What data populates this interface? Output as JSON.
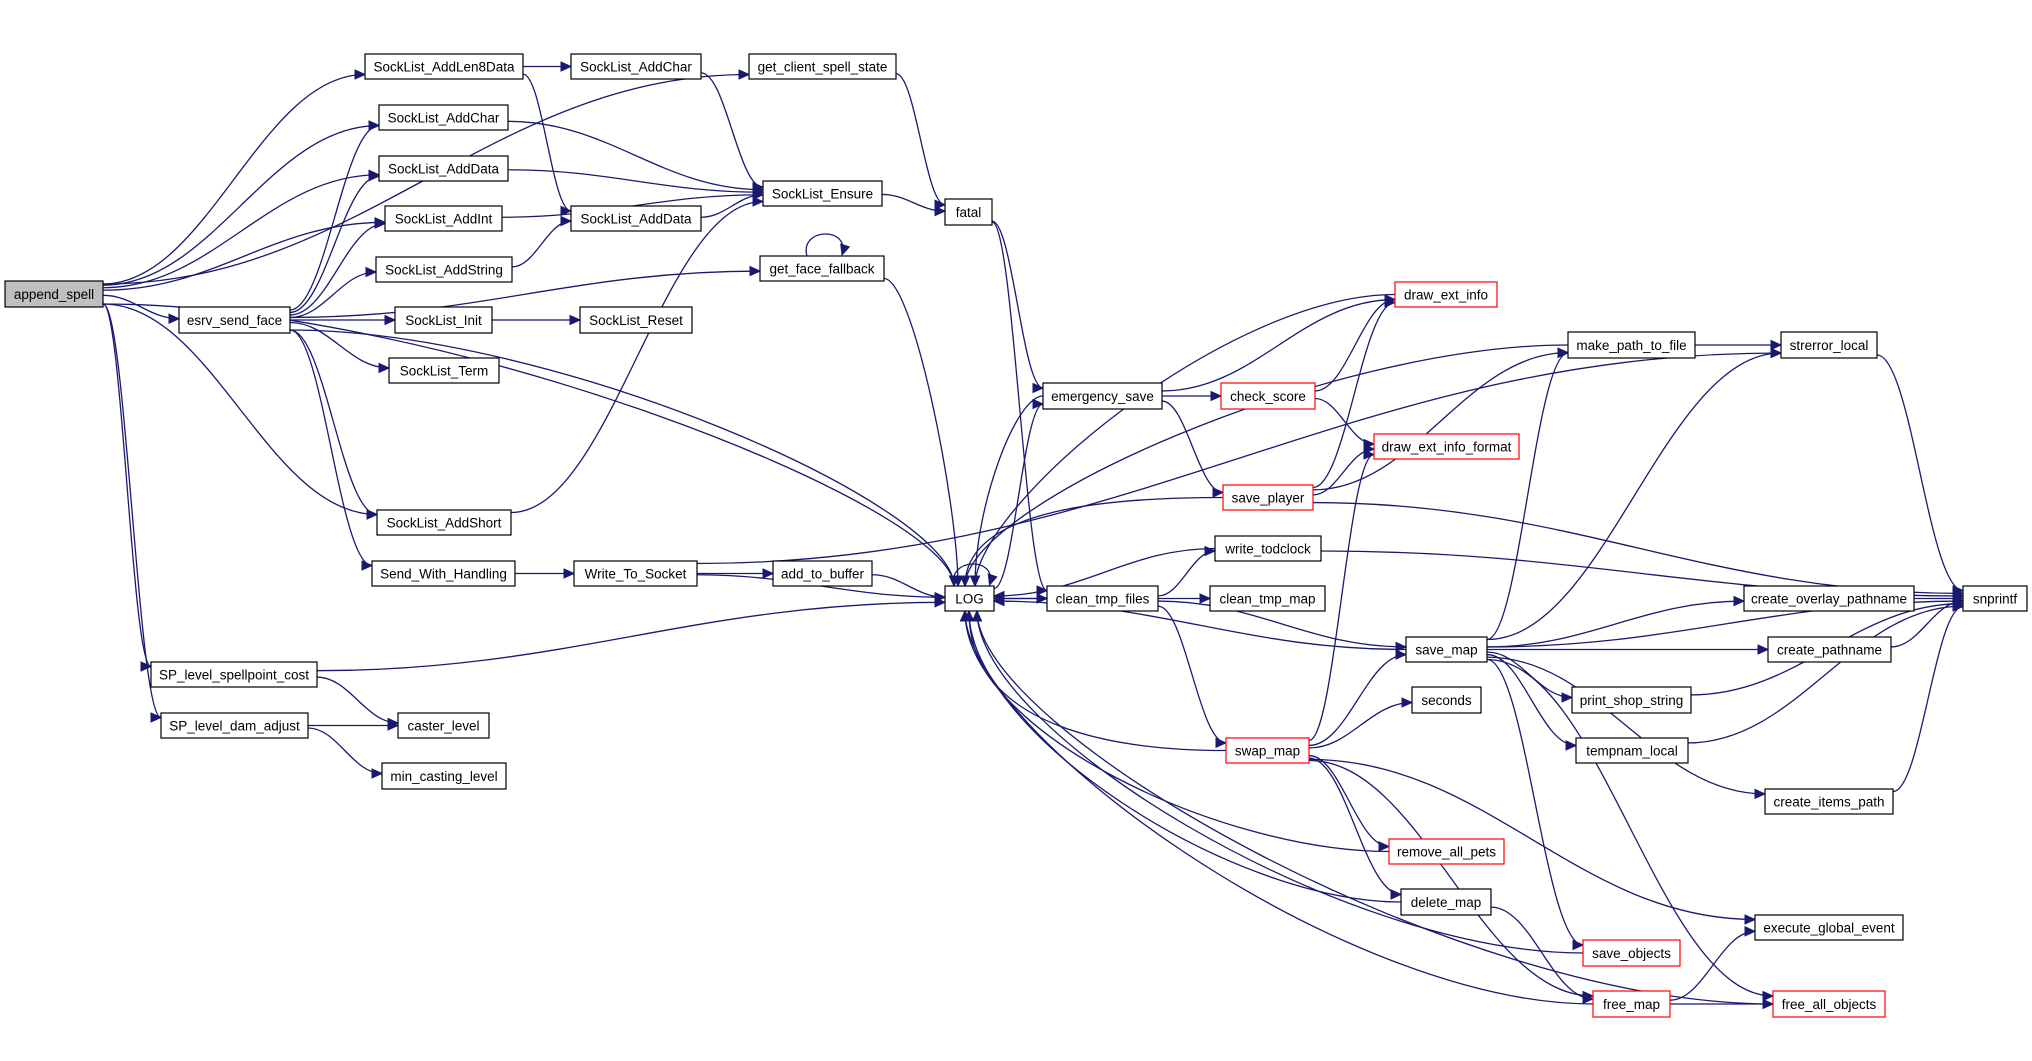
{
  "title": "Call graph of append_spell",
  "colors": {
    "edge": "#191970",
    "node_border": "#000000",
    "truncated_border": "#ff0000",
    "root_fill": "#bfbfbf"
  },
  "nodes": [
    {
      "id": "append_spell",
      "label": "append_spell",
      "style": "root"
    },
    {
      "id": "esrv_send_face",
      "label": "esrv_send_face",
      "style": "normal"
    },
    {
      "id": "SockList_AddLen8Data",
      "label": "SockList_AddLen8Data",
      "style": "normal"
    },
    {
      "id": "SockList_AddChar_a",
      "label": "SockList_AddChar",
      "style": "normal"
    },
    {
      "id": "SockList_AddData_a",
      "label": "SockList_AddData",
      "style": "normal"
    },
    {
      "id": "SockList_AddInt",
      "label": "SockList_AddInt",
      "style": "normal"
    },
    {
      "id": "SockList_AddString",
      "label": "SockList_AddString",
      "style": "normal"
    },
    {
      "id": "SockList_Init",
      "label": "SockList_Init",
      "style": "normal"
    },
    {
      "id": "SockList_Term",
      "label": "SockList_Term",
      "style": "normal"
    },
    {
      "id": "SockList_AddShort",
      "label": "SockList_AddShort",
      "style": "normal"
    },
    {
      "id": "Send_With_Handling",
      "label": "Send_With_Handling",
      "style": "normal"
    },
    {
      "id": "SP_level_spellpoint_cost",
      "label": "SP_level_spellpoint_cost",
      "style": "normal"
    },
    {
      "id": "SP_level_dam_adjust",
      "label": "SP_level_dam_adjust",
      "style": "normal"
    },
    {
      "id": "caster_level",
      "label": "caster_level",
      "style": "normal"
    },
    {
      "id": "min_casting_level",
      "label": "min_casting_level",
      "style": "normal"
    },
    {
      "id": "SockList_AddChar_b",
      "label": "SockList_AddChar",
      "style": "normal"
    },
    {
      "id": "SockList_AddData_b",
      "label": "SockList_AddData",
      "style": "normal"
    },
    {
      "id": "SockList_Reset",
      "label": "SockList_Reset",
      "style": "normal"
    },
    {
      "id": "Write_To_Socket",
      "label": "Write_To_Socket",
      "style": "normal"
    },
    {
      "id": "get_client_spell_state",
      "label": "get_client_spell_state",
      "style": "normal"
    },
    {
      "id": "SockList_Ensure",
      "label": "SockList_Ensure",
      "style": "normal"
    },
    {
      "id": "get_face_fallback",
      "label": "get_face_fallback",
      "style": "normal"
    },
    {
      "id": "add_to_buffer",
      "label": "add_to_buffer",
      "style": "normal"
    },
    {
      "id": "fatal",
      "label": "fatal",
      "style": "normal"
    },
    {
      "id": "LOG",
      "label": "LOG",
      "style": "normal"
    },
    {
      "id": "emergency_save",
      "label": "emergency_save",
      "style": "normal"
    },
    {
      "id": "clean_tmp_files",
      "label": "clean_tmp_files",
      "style": "normal"
    },
    {
      "id": "check_score",
      "label": "check_score",
      "style": "truncated"
    },
    {
      "id": "draw_ext_info",
      "label": "draw_ext_info",
      "style": "truncated"
    },
    {
      "id": "draw_ext_info_format",
      "label": "draw_ext_info_format",
      "style": "truncated"
    },
    {
      "id": "save_player",
      "label": "save_player",
      "style": "truncated"
    },
    {
      "id": "write_todclock",
      "label": "write_todclock",
      "style": "normal"
    },
    {
      "id": "clean_tmp_map",
      "label": "clean_tmp_map",
      "style": "normal"
    },
    {
      "id": "swap_map",
      "label": "swap_map",
      "style": "truncated"
    },
    {
      "id": "remove_all_pets",
      "label": "remove_all_pets",
      "style": "truncated"
    },
    {
      "id": "delete_map",
      "label": "delete_map",
      "style": "normal"
    },
    {
      "id": "make_path_to_file",
      "label": "make_path_to_file",
      "style": "normal"
    },
    {
      "id": "save_map",
      "label": "save_map",
      "style": "normal"
    },
    {
      "id": "seconds",
      "label": "seconds",
      "style": "normal"
    },
    {
      "id": "save_objects",
      "label": "save_objects",
      "style": "truncated"
    },
    {
      "id": "free_map",
      "label": "free_map",
      "style": "truncated"
    },
    {
      "id": "print_shop_string",
      "label": "print_shop_string",
      "style": "normal"
    },
    {
      "id": "tempnam_local",
      "label": "tempnam_local",
      "style": "normal"
    },
    {
      "id": "strerror_local",
      "label": "strerror_local",
      "style": "normal"
    },
    {
      "id": "create_overlay_pathname",
      "label": "create_overlay_pathname",
      "style": "normal"
    },
    {
      "id": "create_pathname",
      "label": "create_pathname",
      "style": "normal"
    },
    {
      "id": "create_items_path",
      "label": "create_items_path",
      "style": "normal"
    },
    {
      "id": "execute_global_event",
      "label": "execute_global_event",
      "style": "normal"
    },
    {
      "id": "free_all_objects",
      "label": "free_all_objects",
      "style": "truncated"
    },
    {
      "id": "snprintf",
      "label": "snprintf",
      "style": "normal"
    }
  ],
  "edges": [
    [
      "append_spell",
      "SockList_AddLen8Data"
    ],
    [
      "append_spell",
      "get_client_spell_state"
    ],
    [
      "append_spell",
      "SockList_AddChar_a"
    ],
    [
      "append_spell",
      "SockList_AddData_a"
    ],
    [
      "append_spell",
      "SockList_AddInt"
    ],
    [
      "append_spell",
      "esrv_send_face"
    ],
    [
      "append_spell",
      "SockList_AddShort"
    ],
    [
      "append_spell",
      "LOG"
    ],
    [
      "append_spell",
      "SP_level_spellpoint_cost"
    ],
    [
      "append_spell",
      "SP_level_dam_adjust"
    ],
    [
      "esrv_send_face",
      "SockList_AddChar_a"
    ],
    [
      "esrv_send_face",
      "SockList_AddData_a"
    ],
    [
      "esrv_send_face",
      "SockList_AddInt"
    ],
    [
      "esrv_send_face",
      "SockList_AddString"
    ],
    [
      "esrv_send_face",
      "SockList_Init"
    ],
    [
      "esrv_send_face",
      "SockList_Term"
    ],
    [
      "esrv_send_face",
      "SockList_AddShort"
    ],
    [
      "esrv_send_face",
      "Send_With_Handling"
    ],
    [
      "esrv_send_face",
      "get_face_fallback"
    ],
    [
      "esrv_send_face",
      "LOG"
    ],
    [
      "SockList_AddLen8Data",
      "SockList_AddChar_b"
    ],
    [
      "SockList_AddLen8Data",
      "SockList_AddData_b"
    ],
    [
      "SockList_AddChar_a",
      "SockList_Ensure"
    ],
    [
      "SockList_AddData_a",
      "SockList_Ensure"
    ],
    [
      "SockList_AddInt",
      "SockList_Ensure"
    ],
    [
      "SockList_AddString",
      "SockList_AddData_b"
    ],
    [
      "SockList_Init",
      "SockList_Reset"
    ],
    [
      "SockList_AddShort",
      "SockList_Ensure"
    ],
    [
      "Send_With_Handling",
      "Write_To_Socket"
    ],
    [
      "SP_level_spellpoint_cost",
      "caster_level"
    ],
    [
      "SP_level_spellpoint_cost",
      "LOG"
    ],
    [
      "SP_level_dam_adjust",
      "caster_level"
    ],
    [
      "SP_level_dam_adjust",
      "min_casting_level"
    ],
    [
      "SockList_AddChar_b",
      "SockList_Ensure"
    ],
    [
      "SockList_AddData_b",
      "SockList_Ensure"
    ],
    [
      "Write_To_Socket",
      "add_to_buffer"
    ],
    [
      "Write_To_Socket",
      "LOG"
    ],
    [
      "Write_To_Socket",
      "strerror_local"
    ],
    [
      "get_client_spell_state",
      "fatal"
    ],
    [
      "SockList_Ensure",
      "fatal"
    ],
    [
      "get_face_fallback",
      "get_face_fallback"
    ],
    [
      "get_face_fallback",
      "LOG"
    ],
    [
      "add_to_buffer",
      "LOG"
    ],
    [
      "fatal",
      "emergency_save"
    ],
    [
      "fatal",
      "clean_tmp_files"
    ],
    [
      "LOG",
      "LOG"
    ],
    [
      "LOG",
      "emergency_save"
    ],
    [
      "LOG",
      "clean_tmp_files"
    ],
    [
      "emergency_save",
      "check_score"
    ],
    [
      "emergency_save",
      "draw_ext_info"
    ],
    [
      "emergency_save",
      "save_player"
    ],
    [
      "emergency_save",
      "LOG"
    ],
    [
      "check_score",
      "draw_ext_info"
    ],
    [
      "check_score",
      "draw_ext_info_format"
    ],
    [
      "save_player",
      "draw_ext_info"
    ],
    [
      "save_player",
      "draw_ext_info_format"
    ],
    [
      "save_player",
      "make_path_to_file"
    ],
    [
      "save_player",
      "LOG"
    ],
    [
      "save_player",
      "snprintf"
    ],
    [
      "draw_ext_info",
      "LOG"
    ],
    [
      "make_path_to_file",
      "strerror_local"
    ],
    [
      "make_path_to_file",
      "LOG"
    ],
    [
      "clean_tmp_files",
      "LOG"
    ],
    [
      "clean_tmp_files",
      "write_todclock"
    ],
    [
      "clean_tmp_files",
      "clean_tmp_map"
    ],
    [
      "clean_tmp_files",
      "save_map"
    ],
    [
      "clean_tmp_files",
      "swap_map"
    ],
    [
      "write_todclock",
      "LOG"
    ],
    [
      "write_todclock",
      "snprintf"
    ],
    [
      "swap_map",
      "LOG"
    ],
    [
      "swap_map",
      "draw_ext_info_format"
    ],
    [
      "swap_map",
      "save_map"
    ],
    [
      "swap_map",
      "seconds"
    ],
    [
      "swap_map",
      "remove_all_pets"
    ],
    [
      "swap_map",
      "delete_map"
    ],
    [
      "swap_map",
      "free_map"
    ],
    [
      "swap_map",
      "execute_global_event"
    ],
    [
      "save_map",
      "LOG"
    ],
    [
      "save_map",
      "make_path_to_file"
    ],
    [
      "save_map",
      "strerror_local"
    ],
    [
      "save_map",
      "snprintf"
    ],
    [
      "save_map",
      "create_overlay_pathname"
    ],
    [
      "save_map",
      "create_pathname"
    ],
    [
      "save_map",
      "print_shop_string"
    ],
    [
      "save_map",
      "tempnam_local"
    ],
    [
      "save_map",
      "create_items_path"
    ],
    [
      "save_map",
      "save_objects"
    ],
    [
      "save_map",
      "free_all_objects"
    ],
    [
      "remove_all_pets",
      "LOG"
    ],
    [
      "delete_map",
      "LOG"
    ],
    [
      "delete_map",
      "free_map"
    ],
    [
      "save_objects",
      "LOG"
    ],
    [
      "free_map",
      "LOG"
    ],
    [
      "free_map",
      "execute_global_event"
    ],
    [
      "free_map",
      "free_all_objects"
    ],
    [
      "free_all_objects",
      "LOG"
    ],
    [
      "strerror_local",
      "snprintf"
    ],
    [
      "create_overlay_pathname",
      "snprintf"
    ],
    [
      "create_pathname",
      "snprintf"
    ],
    [
      "print_shop_string",
      "snprintf"
    ],
    [
      "tempnam_local",
      "snprintf"
    ],
    [
      "create_items_path",
      "snprintf"
    ]
  ]
}
